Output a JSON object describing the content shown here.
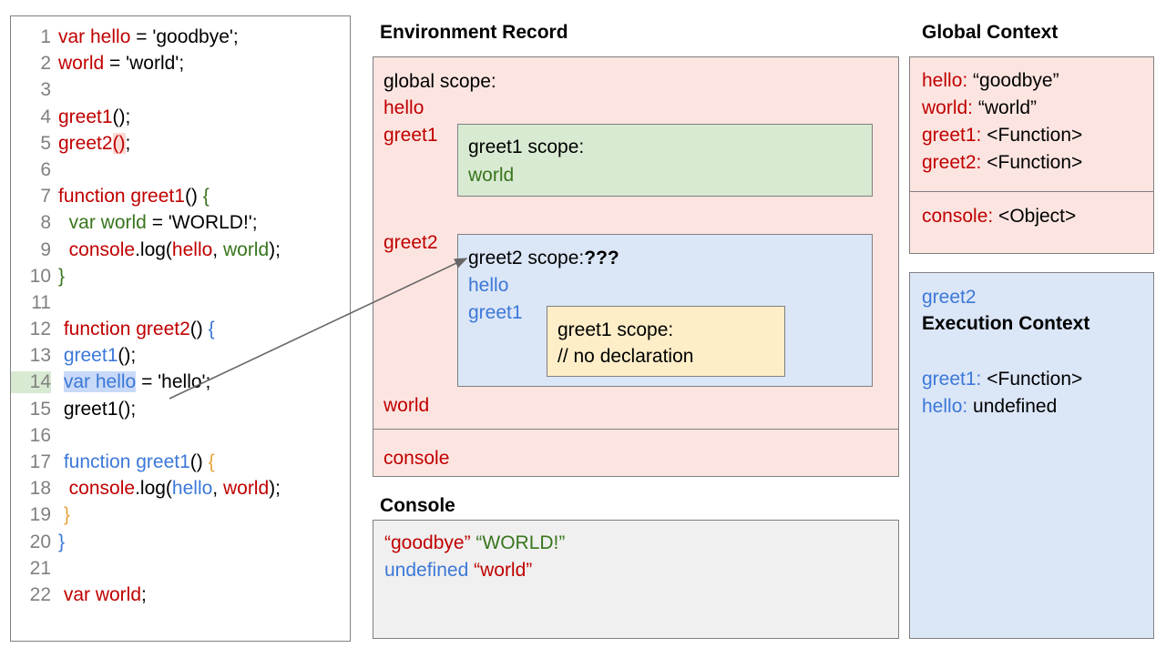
{
  "code_panel": {
    "lines": [
      {
        "n": "1",
        "tokens": [
          {
            "t": "var hello",
            "c": "r"
          },
          {
            "t": " = 'goodbye';",
            "c": "k"
          }
        ]
      },
      {
        "n": "2",
        "tokens": [
          {
            "t": "world",
            "c": "r"
          },
          {
            "t": " = 'world';",
            "c": "k"
          }
        ]
      },
      {
        "n": "3",
        "tokens": []
      },
      {
        "n": "4",
        "tokens": [
          {
            "t": "greet1",
            "c": "r"
          },
          {
            "t": "();",
            "c": "k"
          }
        ]
      },
      {
        "n": "5",
        "tokens": [
          {
            "t": "greet2",
            "c": "r"
          },
          {
            "t": "()",
            "c": "r hl-pink"
          },
          {
            "t": ";",
            "c": "k"
          }
        ]
      },
      {
        "n": "6",
        "tokens": []
      },
      {
        "n": "7",
        "tokens": [
          {
            "t": "function greet1",
            "c": "r"
          },
          {
            "t": "() ",
            "c": "k"
          },
          {
            "t": "{",
            "c": "g"
          }
        ]
      },
      {
        "n": "8",
        "tokens": [
          {
            "t": "  var world",
            "c": "g"
          },
          {
            "t": " = 'WORLD!';",
            "c": "k"
          }
        ]
      },
      {
        "n": "9",
        "tokens": [
          {
            "t": "  console",
            "c": "r"
          },
          {
            "t": ".log(",
            "c": "k"
          },
          {
            "t": "hello",
            "c": "r"
          },
          {
            "t": ", ",
            "c": "k"
          },
          {
            "t": "world",
            "c": "g"
          },
          {
            "t": ");",
            "c": "k"
          }
        ]
      },
      {
        "n": "10",
        "tokens": [
          {
            "t": "}",
            "c": "g"
          }
        ]
      },
      {
        "n": "11",
        "tokens": []
      },
      {
        "n": "12",
        "tokens": [
          {
            "t": " function greet2",
            "c": "r"
          },
          {
            "t": "() ",
            "c": "k"
          },
          {
            "t": "{",
            "c": "b"
          }
        ]
      },
      {
        "n": "13",
        "tokens": [
          {
            "t": " greet1",
            "c": "b"
          },
          {
            "t": "();",
            "c": "k"
          }
        ]
      },
      {
        "n": "14",
        "tokens": [
          {
            "t": " ",
            "c": "k"
          },
          {
            "t": "var hello",
            "c": "b hl-blue"
          },
          {
            "t": " = 'hello';",
            "c": "k"
          }
        ],
        "line_highlight": true
      },
      {
        "n": "15",
        "tokens": [
          {
            "t": " greet1();",
            "c": "k"
          }
        ]
      },
      {
        "n": "16",
        "tokens": []
      },
      {
        "n": "17",
        "tokens": [
          {
            "t": " function greet1",
            "c": "b"
          },
          {
            "t": "() ",
            "c": "k"
          },
          {
            "t": "{",
            "c": "o"
          }
        ]
      },
      {
        "n": "18",
        "tokens": [
          {
            "t": "  console",
            "c": "r"
          },
          {
            "t": ".log(",
            "c": "k"
          },
          {
            "t": "hello",
            "c": "b"
          },
          {
            "t": ", ",
            "c": "k"
          },
          {
            "t": "world",
            "c": "r"
          },
          {
            "t": ");",
            "c": "k"
          }
        ]
      },
      {
        "n": "19",
        "tokens": [
          {
            "t": " }",
            "c": "o"
          }
        ]
      },
      {
        "n": "20",
        "tokens": [
          {
            "t": "}",
            "c": "b"
          }
        ]
      },
      {
        "n": "21",
        "tokens": []
      },
      {
        "n": "22",
        "tokens": [
          {
            "t": " var world",
            "c": "r"
          },
          {
            "t": ";",
            "c": "k"
          }
        ]
      }
    ]
  },
  "environment_record": {
    "heading": "Environment Record",
    "global_scope_title": "global scope:",
    "bindings": [
      "hello",
      "greet1",
      "greet2",
      "world"
    ],
    "console_binding": "console",
    "greet1_scope": {
      "title": "greet1 scope:",
      "entries": [
        "world"
      ]
    },
    "greet2_scope": {
      "title": "greet2 scope:",
      "marker": "???",
      "entries": [
        "hello",
        "greet1"
      ],
      "inner_greet1_scope": {
        "title": "greet1 scope:",
        "note": "// no declaration"
      }
    }
  },
  "console": {
    "heading": "Console",
    "lines": [
      [
        {
          "t": "“goodbye”",
          "color": "#c00000"
        },
        {
          "t": " “WORLD!”",
          "color": "#38761d"
        }
      ],
      [
        {
          "t": "undefined",
          "color": "#3c78d8"
        },
        {
          "t": " “world”",
          "color": "#c00000"
        }
      ]
    ]
  },
  "global_context": {
    "heading": "Global Context",
    "entries": [
      {
        "key": "hello:",
        "value": " “goodbye”"
      },
      {
        "key": "world:",
        "value": " “world”"
      },
      {
        "key": "greet1:",
        "value": " <Function>"
      },
      {
        "key": "greet2:",
        "value": " <Function>"
      }
    ],
    "console_entry": {
      "key": "console:",
      "value": " <Object>"
    }
  },
  "execution_context": {
    "owner": "greet2",
    "title": "Execution Context",
    "entries": [
      {
        "key": "greet1:",
        "value": " <Function>"
      },
      {
        "key": "hello:",
        "value": " undefined"
      }
    ]
  },
  "colors": {
    "red": "#c00000",
    "green": "#38761d",
    "blue": "#3c78d8",
    "orange": "#e8a33d",
    "pink_fill": "#fce5e1",
    "green_fill": "#d9ead3",
    "blue_fill": "#dbe6f7",
    "yellow_fill": "#fdeec8",
    "grey_fill": "#f0f0f0",
    "border": "#808080",
    "line_number": "#808080",
    "highlight_line": "#d9ead3",
    "highlight_token": "#c9daf8"
  }
}
